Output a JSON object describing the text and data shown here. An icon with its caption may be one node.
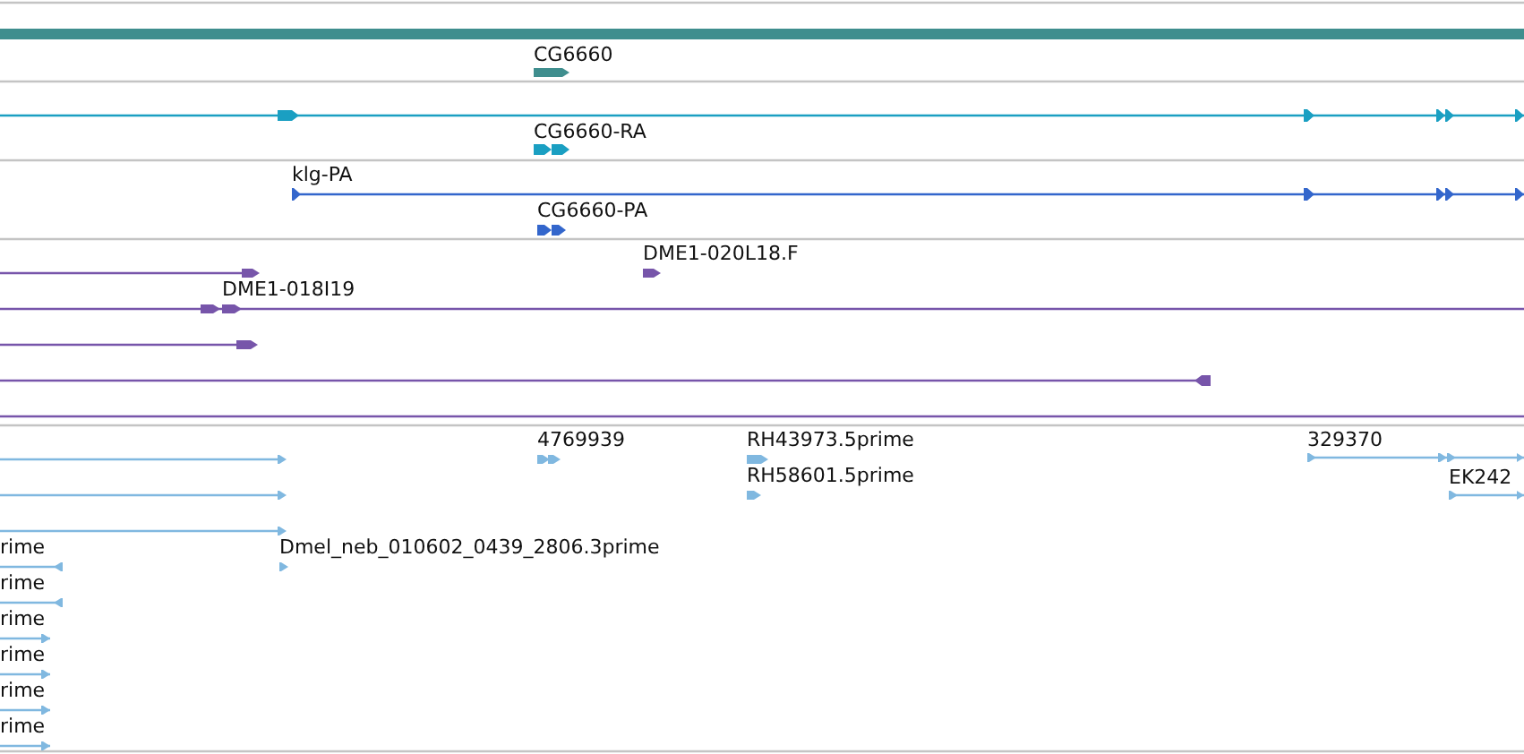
{
  "diagram": {
    "labels": [
      "CG6660",
      "CG6660-RA",
      "klg-PA",
      "CG6660-PA",
      "DME1-020L18.F",
      "DME1-018I19",
      "4769939",
      "RH43973.5prime",
      "329370",
      "RH58601.5prime",
      "EK242",
      "rime",
      "Dmel_neb_010602_0439_2806.3prime",
      "rime",
      "rime",
      "rime",
      "rime",
      "rime"
    ]
  }
}
